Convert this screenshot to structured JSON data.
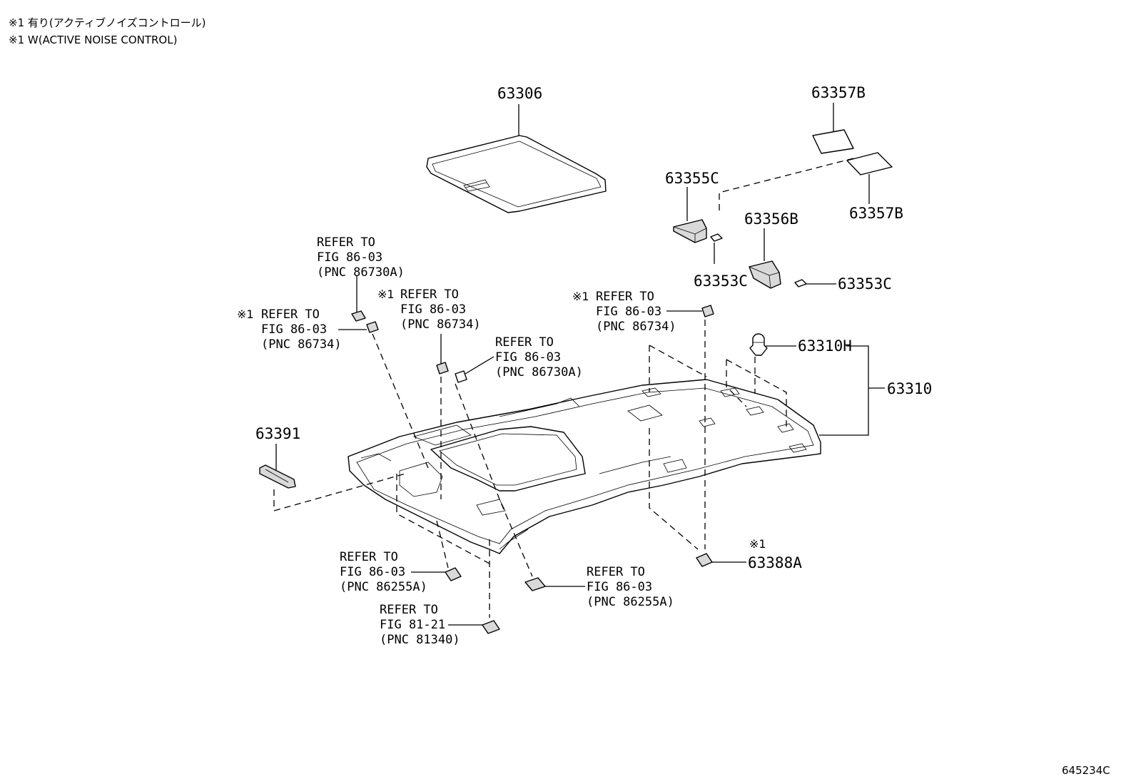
{
  "notes": {
    "jp": "※1 有り(アクティブノイズコントロール)",
    "en": "※1 W(ACTIVE NOISE CONTROL)"
  },
  "mark": "※1",
  "parts": {
    "p63306": "63306",
    "p63357B_top": "63357B",
    "p63357B_bottom": "63357B",
    "p63355C": "63355C",
    "p63356B": "63356B",
    "p63353C_left": "63353C",
    "p63353C_right": "63353C",
    "p63310H": "63310H",
    "p63310": "63310",
    "p63391": "63391",
    "p63388A": "63388A"
  },
  "refs": {
    "r1": [
      "REFER TO",
      "FIG 86-03",
      "(PNC 86730A)"
    ],
    "r2": [
      "REFER TO",
      "FIG 86-03",
      "(PNC 86734)"
    ],
    "r3": [
      "REFER TO",
      "FIG 86-03",
      "(PNC 86734)"
    ],
    "r4": [
      "REFER TO",
      "FIG 86-03",
      "(PNC 86730A)"
    ],
    "r5": [
      "REFER TO",
      "FIG 86-03",
      "(PNC 86734)"
    ],
    "r6": [
      "REFER TO",
      "FIG 86-03",
      "(PNC 86255A)"
    ],
    "r7": [
      "REFER TO",
      "FIG 86-03",
      "(PNC 86255A)"
    ],
    "r8": [
      "REFER TO",
      "FIG 81-21",
      "(PNC 81340)"
    ]
  },
  "illustration_id": "645234C"
}
